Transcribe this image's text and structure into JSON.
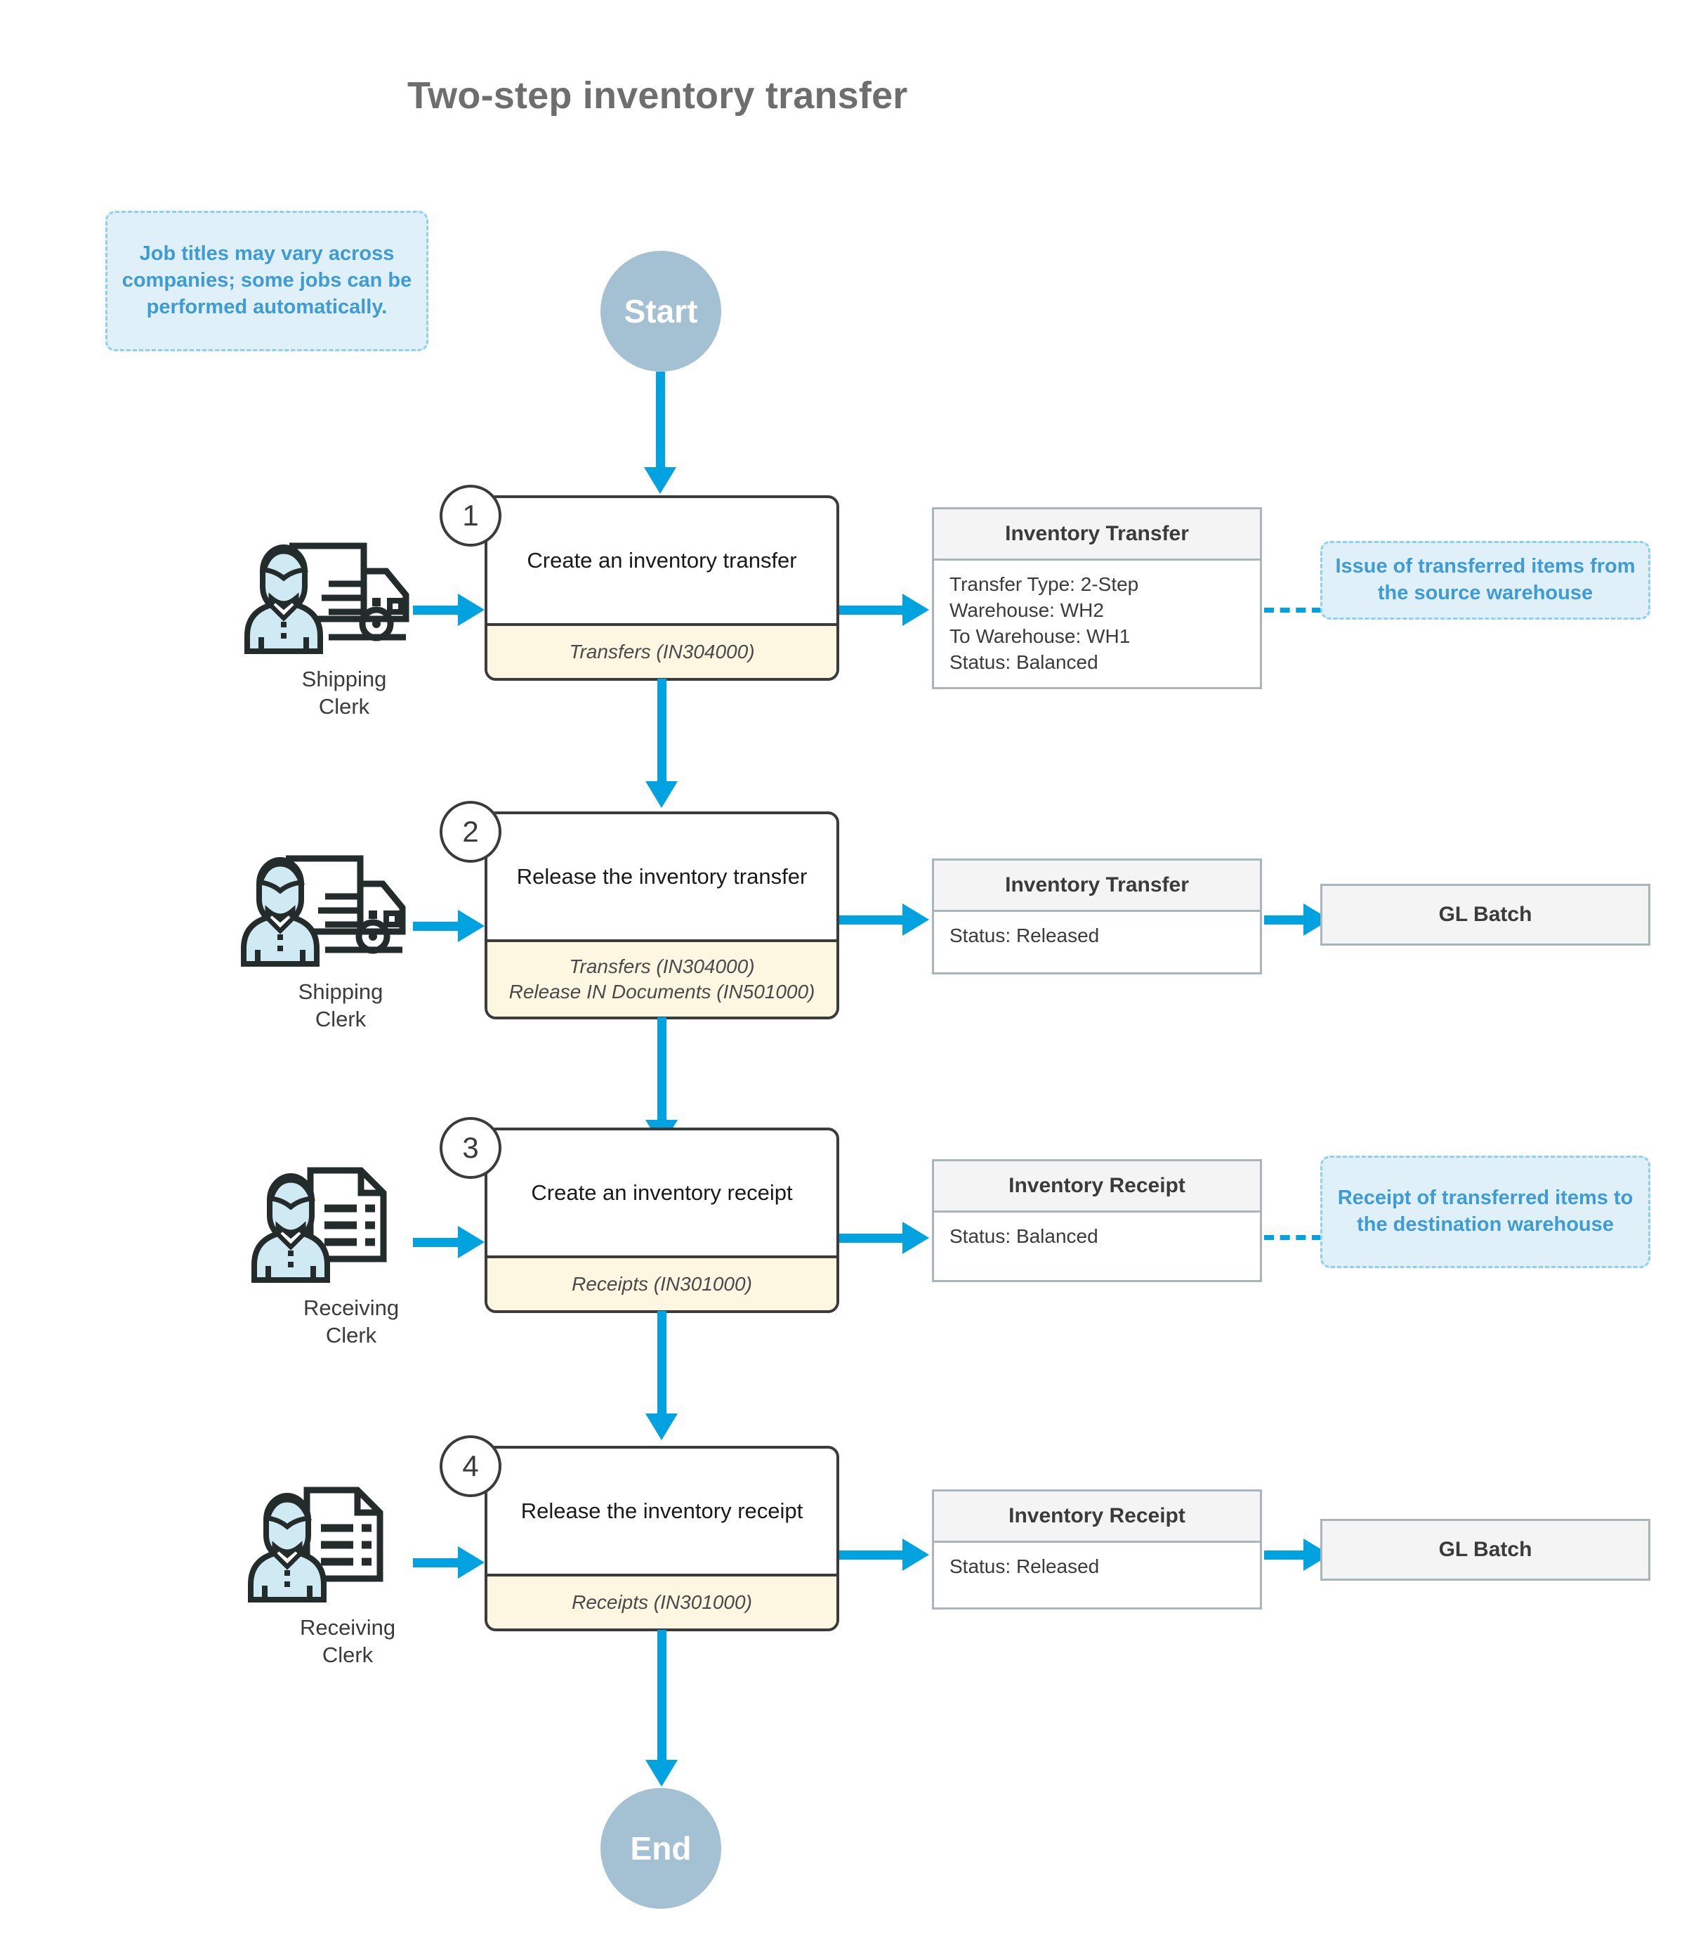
{
  "title": "Two-step inventory transfer",
  "terminators": {
    "start": "Start",
    "end": "End"
  },
  "notes": {
    "job_titles": "Job titles may vary across companies; some jobs can be performed automatically.",
    "issue": "Issue of transferred items from the source warehouse",
    "receipt": "Receipt of transferred items to the destination warehouse"
  },
  "steps": [
    {
      "number": "1",
      "title": "Create an inventory transfer",
      "screens": [
        "Transfers (IN304000)"
      ],
      "actor": "Shipping\nClerk",
      "actor_icon": "shipping-clerk-icon"
    },
    {
      "number": "2",
      "title": "Release the inventory transfer",
      "screens": [
        "Transfers (IN304000)",
        "Release IN Documents (IN501000)"
      ],
      "actor": "Shipping\nClerk",
      "actor_icon": "shipping-clerk-icon"
    },
    {
      "number": "3",
      "title": "Create an inventory receipt",
      "screens": [
        "Receipts (IN301000)"
      ],
      "actor": "Receiving\nClerk",
      "actor_icon": "receiving-clerk-icon"
    },
    {
      "number": "4",
      "title": "Release the inventory receipt",
      "screens": [
        "Receipts (IN301000)"
      ],
      "actor": "Receiving\nClerk",
      "actor_icon": "receiving-clerk-icon"
    }
  ],
  "actor_labels": {
    "shipping_1_line1": "Shipping",
    "shipping_1_line2": "Clerk",
    "shipping_2_line1": "Shipping",
    "shipping_2_line2": "Clerk",
    "receiving_3_line1": "Receiving",
    "receiving_3_line2": "Clerk",
    "receiving_4_line1": "Receiving",
    "receiving_4_line2": "Clerk"
  },
  "entities": [
    {
      "heading": "Inventory Transfer",
      "lines": [
        "Transfer Type: 2-Step",
        "Warehouse: WH2",
        "To Warehouse: WH1",
        "Status: Balanced"
      ]
    },
    {
      "heading": "Inventory Transfer",
      "lines": [
        "Status: Released"
      ]
    },
    {
      "heading": "Inventory Receipt",
      "lines": [
        "Status: Balanced"
      ]
    },
    {
      "heading": "Inventory Receipt",
      "lines": [
        "Status: Released"
      ]
    }
  ],
  "gl_batch": {
    "label_2": "GL Batch",
    "label_4": "GL Batch"
  },
  "step_screens": {
    "s1_l1": "Transfers (IN304000)",
    "s2_l1": "Transfers (IN304000)",
    "s2_l2": "Release IN Documents (IN501000)",
    "s3_l1": "Receipts (IN301000)",
    "s4_l1": "Receipts (IN301000)"
  },
  "step_titles": {
    "s1": "Create an inventory transfer",
    "s2": "Release the inventory transfer",
    "s3": "Create an inventory receipt",
    "s4": "Release the inventory receipt"
  },
  "step_numbers": {
    "s1": "1",
    "s2": "2",
    "s3": "3",
    "s4": "4"
  },
  "entity_text": {
    "e1_head": "Inventory Transfer",
    "e1_l1": "Transfer Type: 2-Step",
    "e1_l2": "Warehouse: WH2",
    "e1_l3": "To Warehouse: WH1",
    "e1_l4": "Status: Balanced",
    "e2_head": "Inventory Transfer",
    "e2_l1": "Status: Released",
    "e3_head": "Inventory Receipt",
    "e3_l1": "Status: Balanced",
    "e4_head": "Inventory Receipt",
    "e4_l1": "Status: Released"
  },
  "colors": {
    "accent_blue": "#00a3e0",
    "terminator_fill": "#a3c1d2",
    "note_fill": "#dff0f9",
    "note_border": "#8fd0ef",
    "note_text": "#3e9bd6",
    "step_border": "#3b3b3b",
    "step_footer_fill": "#fdf6e0",
    "entity_border": "#a9b4bb",
    "entity_head_fill": "#f4f4f4",
    "title_gray": "#6e6e6e",
    "icon_skin_blue": "#cfeaf3"
  }
}
